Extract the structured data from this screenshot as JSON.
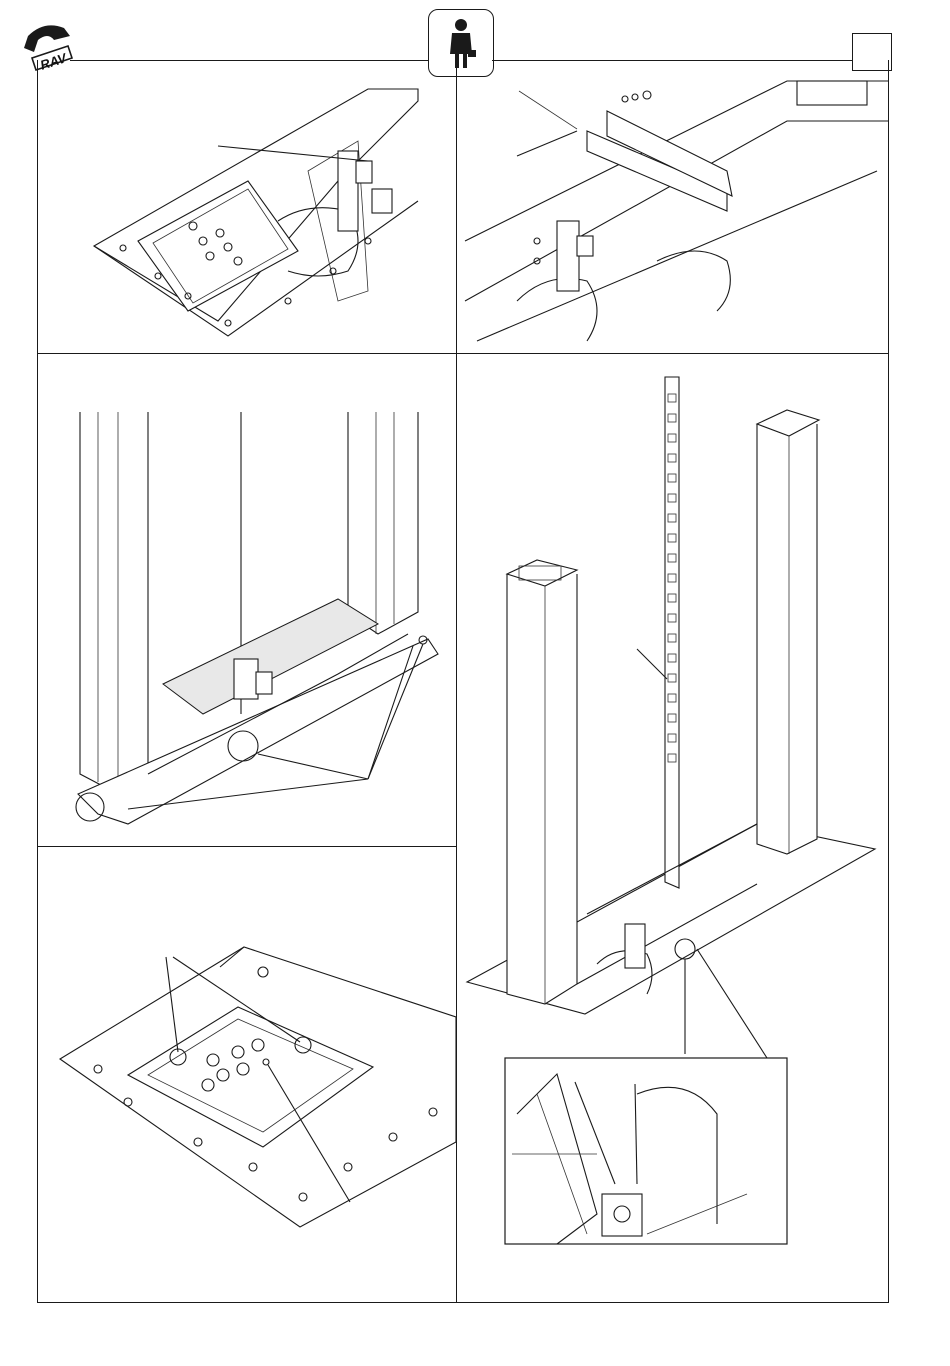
{
  "header": {
    "logo_text": "RAV",
    "operator_icon": "technician-icon",
    "page_box_value": ""
  },
  "panels": [
    {
      "id": "panel-1",
      "icon": "valve-assembly-drawing"
    },
    {
      "id": "panel-2",
      "icon": "crossbeam-bolt-drawing"
    },
    {
      "id": "panel-3",
      "icon": "column-base-drawing"
    },
    {
      "id": "panel-4",
      "icon": "columns-rack-drawing"
    },
    {
      "id": "panel-5",
      "icon": "base-plate-drawing"
    }
  ],
  "colors": {
    "line": "#1a1a1a",
    "paper": "#ffffff",
    "shade": "#e8e8e8"
  }
}
